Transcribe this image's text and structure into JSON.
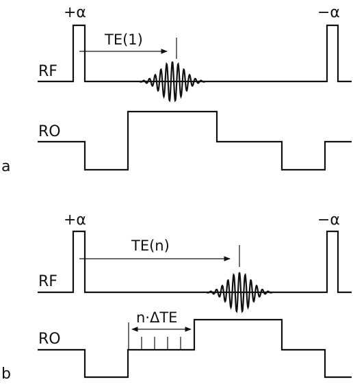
{
  "panel_a": {
    "panel_label": "a",
    "pulse_plus": "+α",
    "pulse_minus": "−α",
    "rf_label": "RF",
    "ro_label": "RO",
    "echo_time_label": "TE(1)"
  },
  "panel_b": {
    "panel_label": "b",
    "pulse_plus": "+α",
    "pulse_minus": "−α",
    "rf_label": "RF",
    "ro_label": "RO",
    "echo_time_label": "TE(n)",
    "delay_label": "n·ΔTE"
  }
}
